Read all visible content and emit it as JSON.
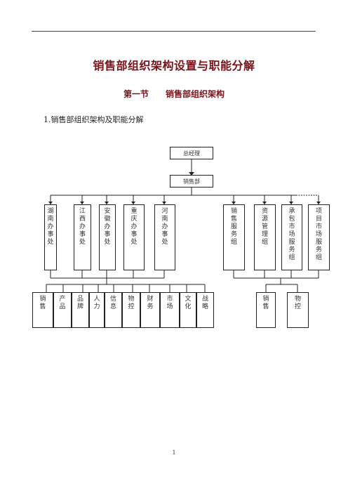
{
  "document": {
    "title": "销售部组织架构设置与职能分解",
    "section": {
      "number": "第一节",
      "name": "销售部组织架构"
    },
    "subheading": "1.销售部组织架构及职能分解",
    "page_number": "1"
  },
  "org_chart": {
    "top": "总经理",
    "department": "销售部",
    "offices": [
      "湖南办事处",
      "江西办事处",
      "安徽办事处",
      "重庆办事处",
      "河南办事处"
    ],
    "groups": [
      "销售服务组",
      "资源管理组",
      "承包市场服务组",
      "项目市场服务组"
    ],
    "functions": [
      "销售",
      "产品",
      "品牌",
      "人力",
      "信息",
      "物控",
      "财务",
      "市场",
      "文化",
      "战略"
    ],
    "group_functions": [
      "销售",
      "物控"
    ]
  }
}
